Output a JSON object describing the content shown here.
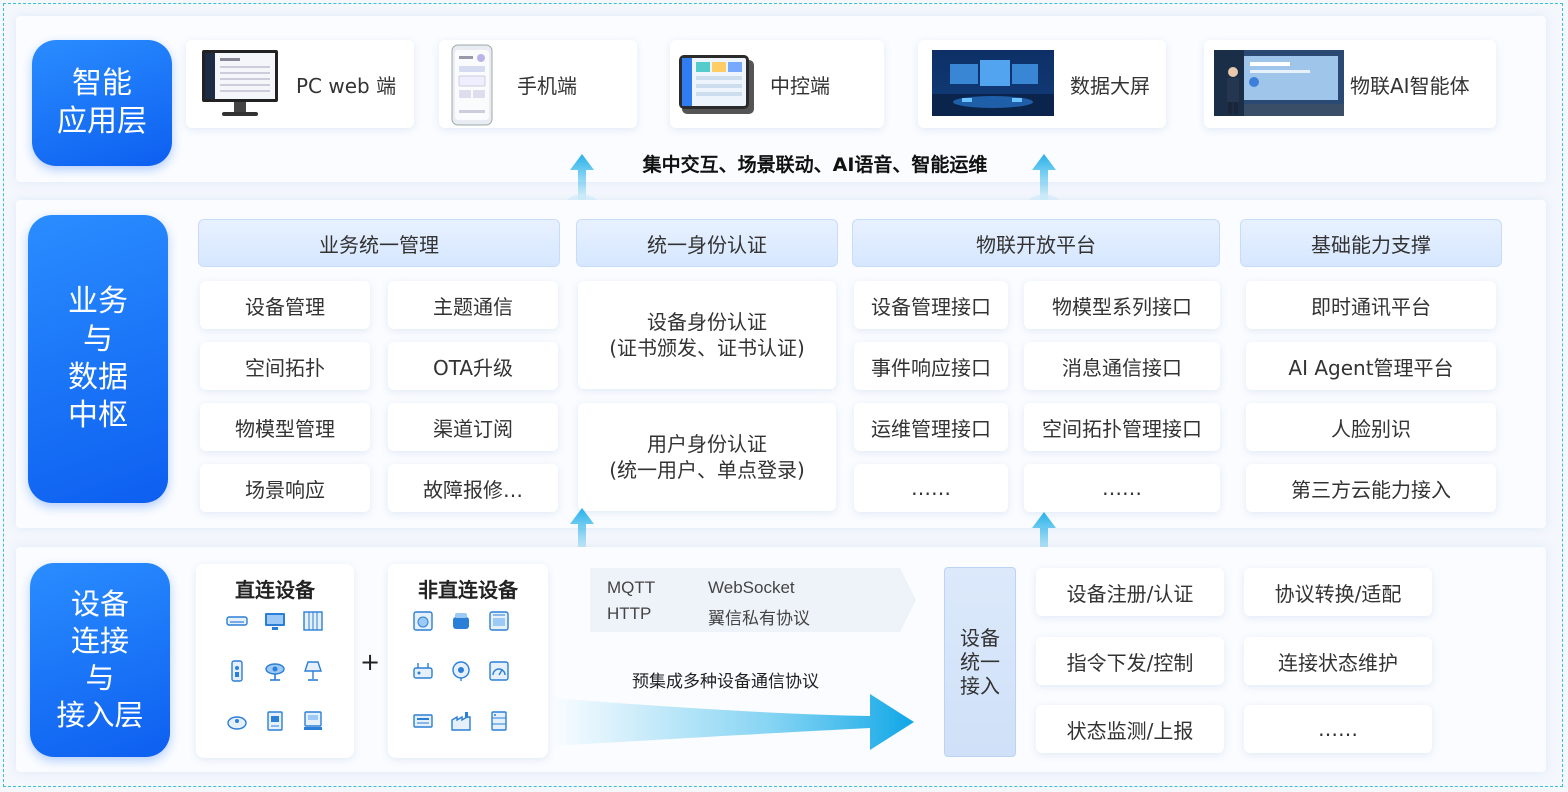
{
  "colors": {
    "accent": "#1677ff",
    "dashed_border": "#3bbfd6"
  },
  "top": {
    "title": "智能\n应用层",
    "apps": [
      {
        "label": "PC web 端",
        "icon": "monitor-screenshot"
      },
      {
        "label": "手机端",
        "icon": "phone-screenshot"
      },
      {
        "label": "中控端",
        "icon": "tablet-screenshot"
      },
      {
        "label": "数据大屏",
        "icon": "big-screen-photo"
      },
      {
        "label": "物联AI智能体",
        "icon": "ai-agent-photo"
      }
    ],
    "caption": "集中交互、场景联动、AI语音、智能运维"
  },
  "middle": {
    "title": "业务\n与\n数据\n中枢",
    "business": {
      "head": "业务统一管理",
      "items": [
        "设备管理",
        "主题通信",
        "空间拓扑",
        "OTA升级",
        "物模型管理",
        "渠道订阅",
        "场景响应",
        "故障报修…"
      ]
    },
    "identity": {
      "head": "统一身份认证",
      "items": [
        "设备身份认证\n(证书颁发、证书认证)",
        "用户身份认证\n(统一用户、单点登录)"
      ]
    },
    "iot": {
      "head": "物联开放平台",
      "items": [
        "设备管理接口",
        "物模型系列接口",
        "事件响应接口",
        "消息通信接口",
        "运维管理接口",
        "空间拓扑管理接口",
        "……",
        "……"
      ]
    },
    "base": {
      "head": "基础能力支撑",
      "items": [
        "即时通讯平台",
        "AI Agent管理平台",
        "人脸别识",
        "第三方云能力接入"
      ]
    }
  },
  "bottom": {
    "title": "设备\n连接\n与\n接入层",
    "direct": {
      "head": "直连设备"
    },
    "plus": "+",
    "indirect": {
      "head": "非直连设备"
    },
    "protocols": [
      "MQTT",
      "WebSocket",
      "HTTP",
      "翼信私有协议"
    ],
    "arrow_caption": "预集成多种设备通信协议",
    "access": {
      "label": "设备\n统一\n接入"
    },
    "features": [
      "设备注册/认证",
      "协议转换/适配",
      "指令下发/控制",
      "连接状态维护",
      "状态监测/上报",
      "……"
    ]
  }
}
